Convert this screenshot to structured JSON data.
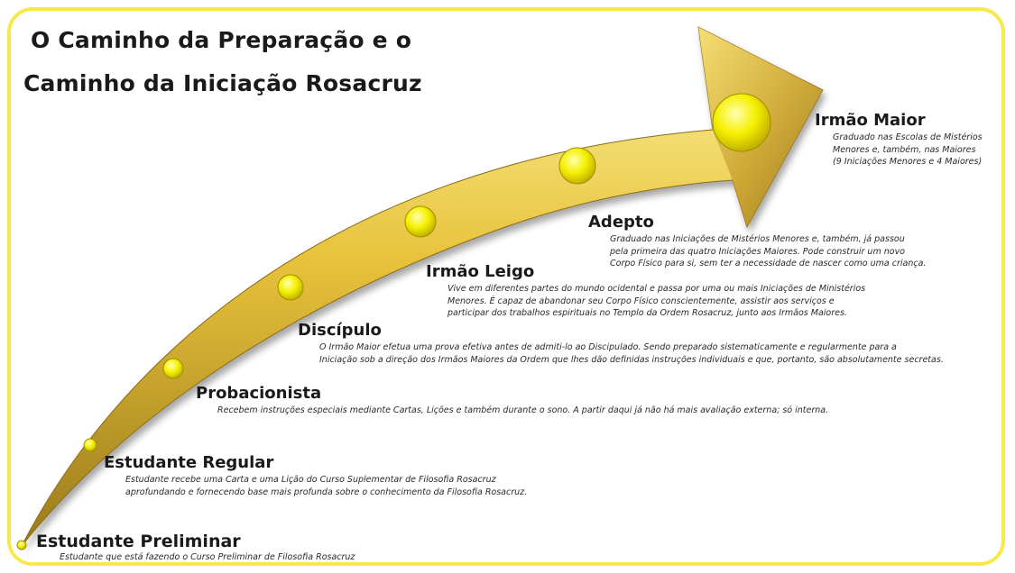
{
  "title": {
    "line1": "O Caminho da Preparação e o",
    "line2": "Caminho da Iniciação Rosacruz"
  },
  "colors": {
    "arrow_light": "#fbf3a0",
    "arrow_mid": "#e8c23a",
    "arrow_dark": "#9a7a1c",
    "circle": "#f5f000",
    "frame": "#f7e94a",
    "text": "#1a1a1a"
  },
  "stages": [
    {
      "name": "Estudante Preliminar",
      "lines": [
        "Estudante que está fazendo o Curso Preliminar de Filosofia Rosacruz"
      ]
    },
    {
      "name": "Estudante Regular",
      "lines": [
        "Estudante recebe uma Carta e uma Lição do Curso Suplementar de Filosofia Rosacruz",
        "aprofundando e fornecendo base mais profunda sobre o conhecimento da Filosofia Rosacruz."
      ]
    },
    {
      "name": "Probacionista",
      "lines": [
        "Recebem instruções especiais mediante Cartas, Lições e também durante o sono. A partir daqui já não há mais avaliação externa; só interna."
      ]
    },
    {
      "name": "Discípulo",
      "lines": [
        "O Irmão Maior efetua uma prova efetiva antes de admiti-lo ao Discipulado. Sendo  preparado sistematicamente e regularmente para a",
        "Iniciação sob a direção dos Irmãos Maiores da Ordem que lhes dão definidas instruções individuais e que, portanto, são absolutamente secretas."
      ]
    },
    {
      "name": "Irmão Leigo",
      "lines": [
        "Vive em diferentes partes do mundo ocidental e passa por uma ou mais Iniciações de Ministérios",
        "Menores. É capaz de abandonar seu Corpo Físico conscientemente, assistir aos serviços e",
        "participar dos trabalhos espirituais no Templo da Ordem Rosacruz, junto aos Irmãos Maiores."
      ]
    },
    {
      "name": "Adepto",
      "lines": [
        "Graduado nas Iniciações de Mistérios Menores e, também, já passou",
        "pela primeira das quatro Iniciações Maiores. Pode construir um novo",
        "Corpo Físico para si, sem ter a necessidade de nascer como uma criança."
      ]
    },
    {
      "name": "Irmão Maior",
      "lines": [
        "Graduado nas Escolas de Mistérios",
        "Menores e, também, nas Maiores",
        "(9 Iniciações Menores e 4 Maiores)"
      ]
    }
  ]
}
